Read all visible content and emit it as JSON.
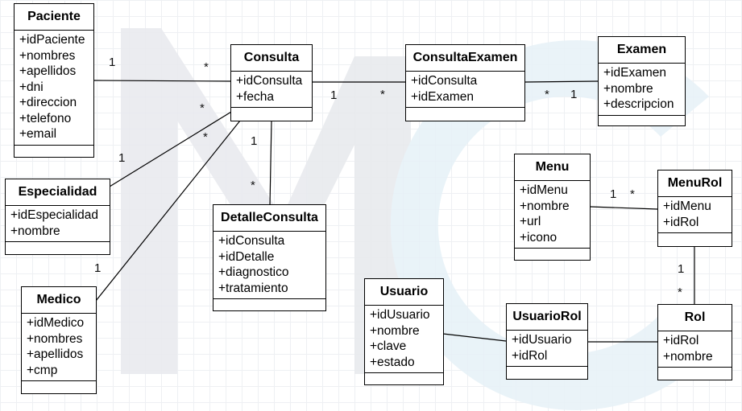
{
  "classes": {
    "paciente": {
      "name": "Paciente",
      "attributes": [
        "+idPaciente",
        "+nombres",
        "+apellidos",
        "+dni",
        "+direccion",
        "+telefono",
        "+email"
      ]
    },
    "consulta": {
      "name": "Consulta",
      "attributes": [
        "+idConsulta",
        "+fecha"
      ]
    },
    "consultaexamen": {
      "name": "ConsultaExamen",
      "attributes": [
        "+idConsulta",
        "+idExamen"
      ]
    },
    "examen": {
      "name": "Examen",
      "attributes": [
        "+idExamen",
        "+nombre",
        "+descripcion"
      ]
    },
    "especialidad": {
      "name": "Especialidad",
      "attributes": [
        "+idEspecialidad",
        "+nombre"
      ]
    },
    "medico": {
      "name": "Medico",
      "attributes": [
        "+idMedico",
        "+nombres",
        "+apellidos",
        "+cmp"
      ]
    },
    "detalleconsulta": {
      "name": "DetalleConsulta",
      "attributes": [
        "+idConsulta",
        "+idDetalle",
        "+diagnostico",
        "+tratamiento"
      ]
    },
    "menu": {
      "name": "Menu",
      "attributes": [
        "+idMenu",
        "+nombre",
        "+url",
        "+icono"
      ]
    },
    "menurol": {
      "name": "MenuRol",
      "attributes": [
        "+idMenu",
        "+idRol"
      ]
    },
    "usuario": {
      "name": "Usuario",
      "attributes": [
        "+idUsuario",
        "+nombre",
        "+clave",
        "+estado"
      ]
    },
    "usuariorol": {
      "name": "UsuarioRol",
      "attributes": [
        "+idUsuario",
        "+idRol"
      ]
    },
    "rol": {
      "name": "Rol",
      "attributes": [
        "+idRol",
        "+nombre"
      ]
    }
  },
  "multiplicities": {
    "paciente_consulta_one": "1",
    "paciente_consulta_many": "*",
    "especialidad_consulta_one": "1",
    "especialidad_consulta_many": "*",
    "medico_consulta_one": "1",
    "medico_consulta_many": "*",
    "consulta_detalle_one": "1",
    "consulta_detalle_many": "*",
    "consulta_consultaexamen_one": "1",
    "consulta_consultaexamen_many": "*",
    "examen_consultaexamen_many": "*",
    "examen_consultaexamen_one": "1",
    "menu_menurol_one": "1",
    "menu_menurol_many": "*",
    "rol_menurol_one": "1",
    "rol_menurol_many": "*"
  }
}
